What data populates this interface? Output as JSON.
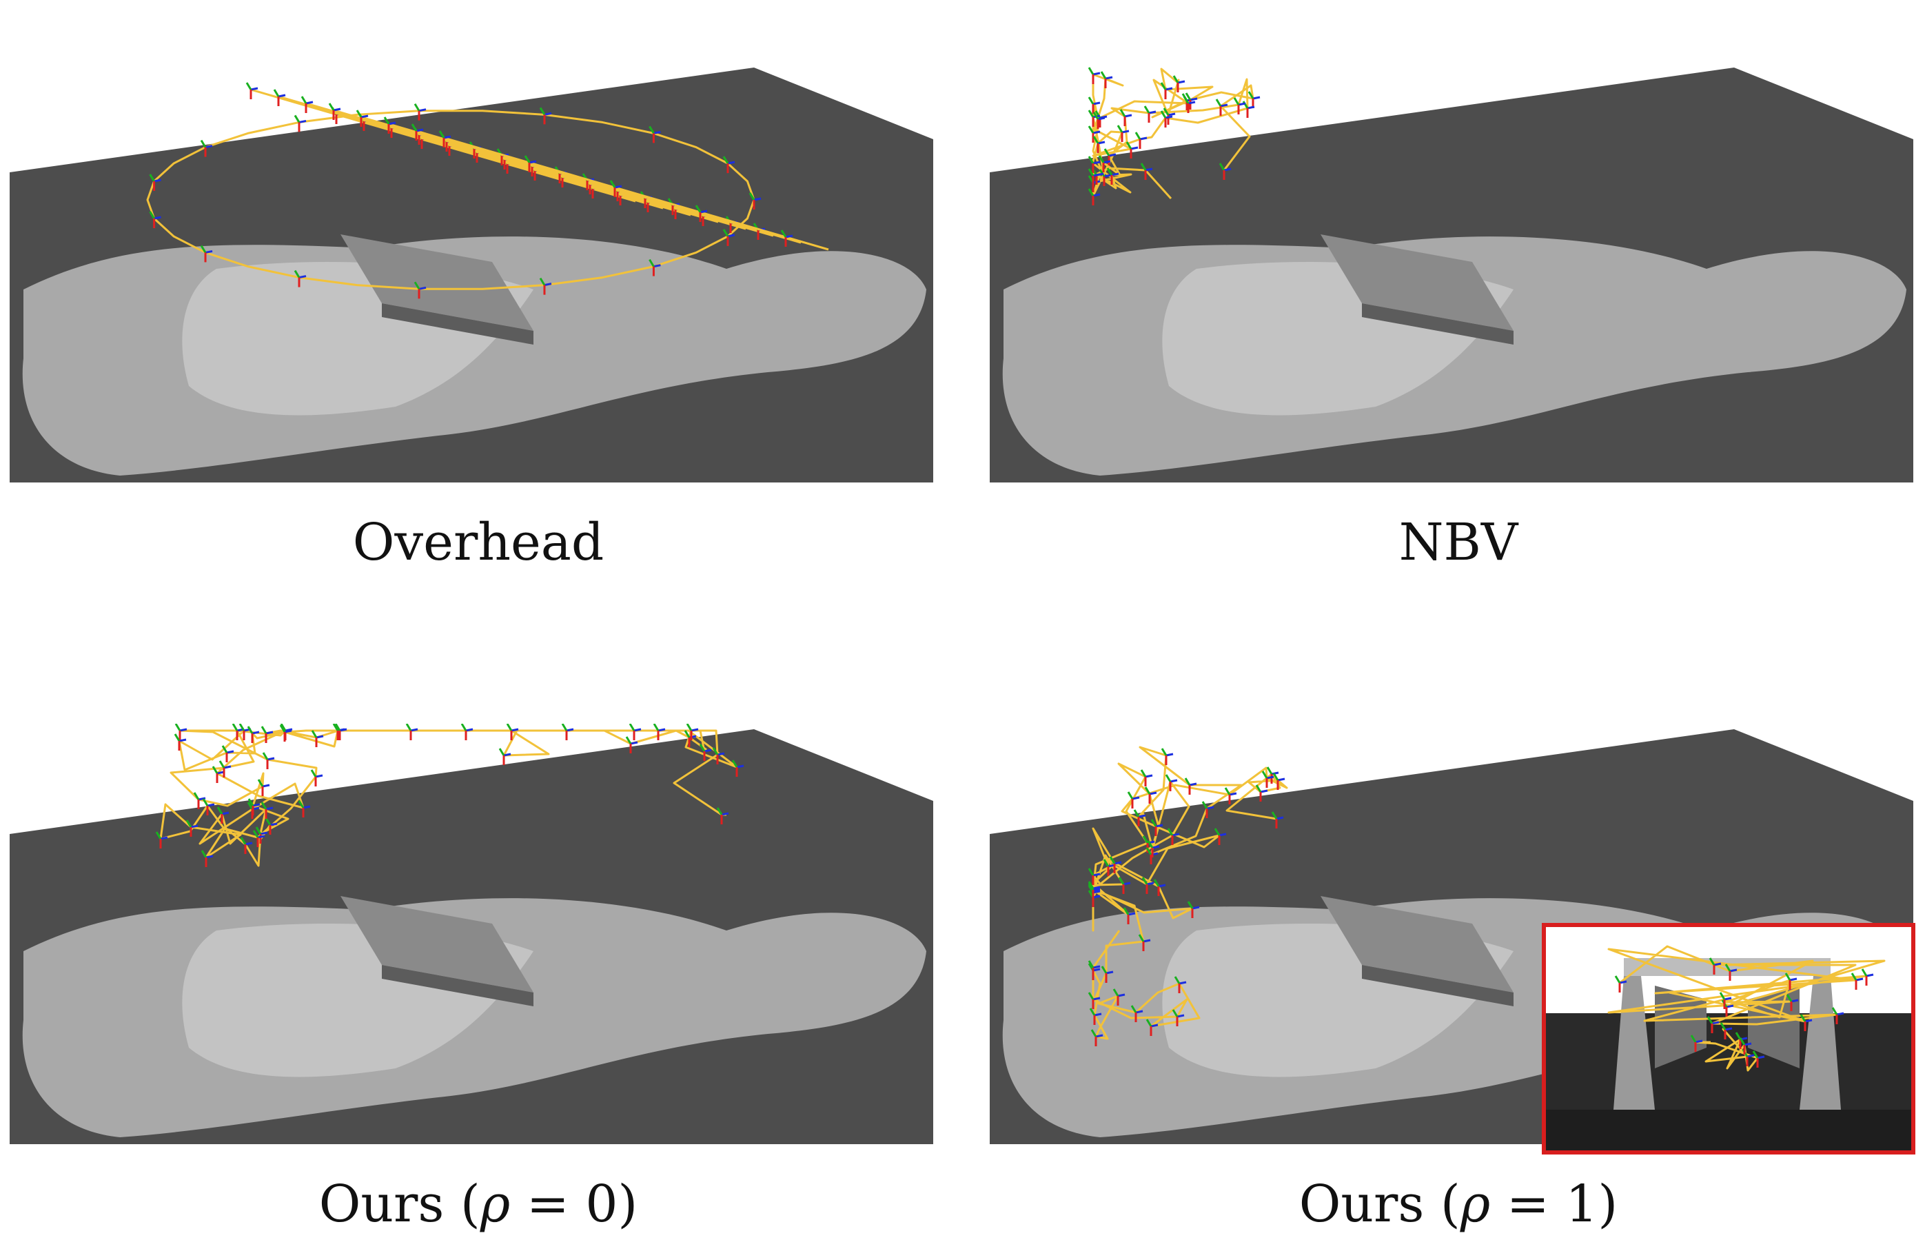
{
  "panels": [
    {
      "id": "overhead",
      "caption": "Overhead",
      "style": "grid"
    },
    {
      "id": "nbv",
      "caption": "NBV",
      "style": "random"
    },
    {
      "id": "ours0",
      "caption_prefix": "Ours (",
      "caption_symbol": "ρ",
      "caption_suffix": " = 0)",
      "style": "dense"
    },
    {
      "id": "ours1",
      "caption_prefix": "Ours (",
      "caption_symbol": "ρ",
      "caption_suffix": " = 1)",
      "style": "dense",
      "inset": true
    }
  ],
  "colors": {
    "ground": "#4d4d4d",
    "terrain": "#a9a9a9",
    "terrain_light": "#d6d6d6",
    "trajectory": "#f2c23a",
    "axis_x": "#e02020",
    "axis_y": "#19b020",
    "axis_z": "#1c2fe0",
    "inset_border": "#d81e1e"
  }
}
